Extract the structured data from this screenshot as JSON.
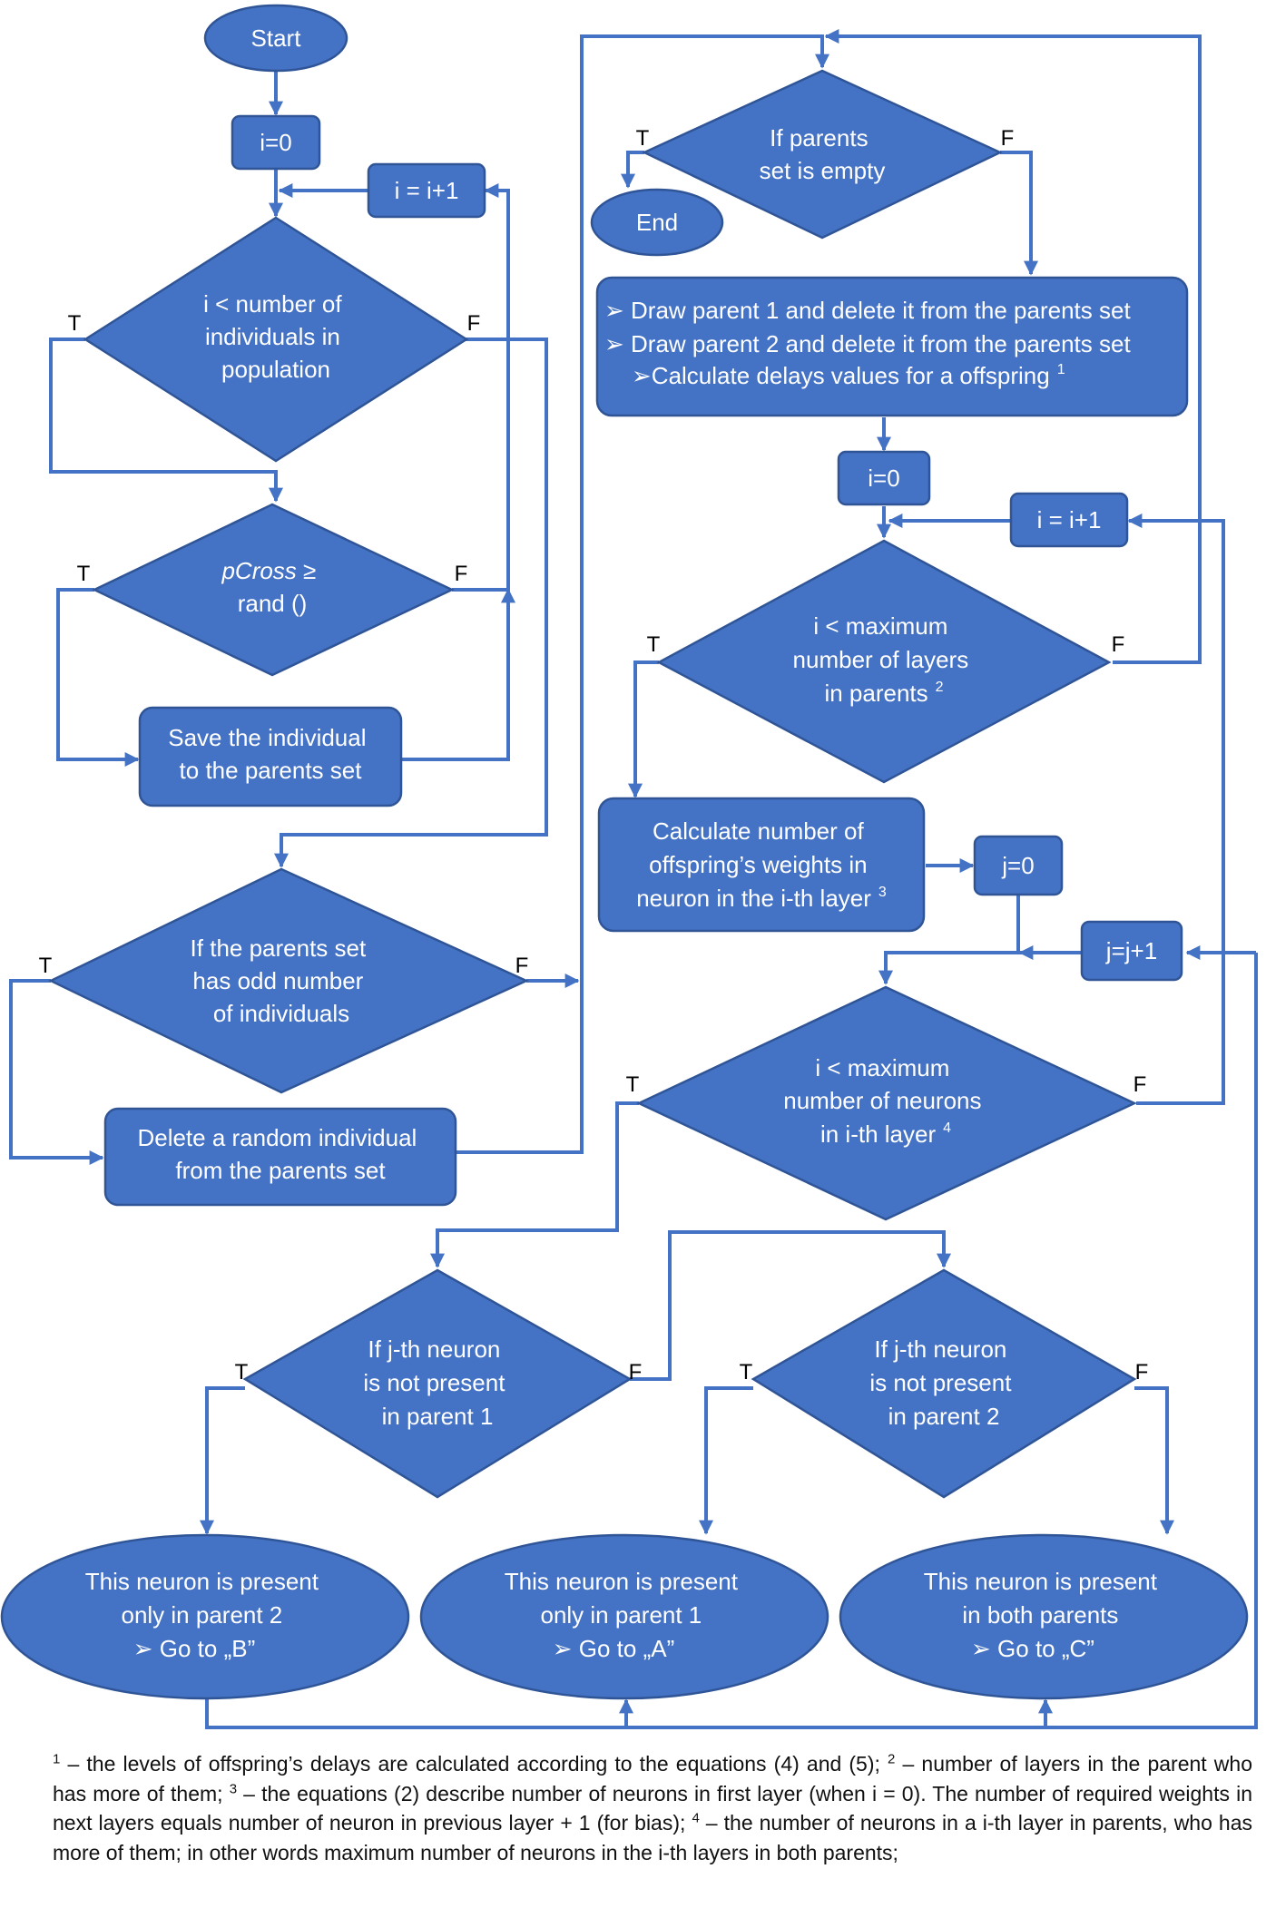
{
  "colors": {
    "shape_fill": "#4472C4",
    "shape_border": "#2F5597",
    "connector": "#4472C4",
    "text": "#ffffff"
  },
  "nodes": {
    "start": "Start",
    "init_i": "i=0",
    "inc_i": "i = i+1",
    "loop_individuals": [
      "i < number of",
      "individuals in",
      "population"
    ],
    "pcross": {
      "var": "pCross",
      "op": " ≥",
      "line2": "rand ()"
    },
    "save_individual": [
      "Save the individual",
      "to the parents set"
    ],
    "odd_check": [
      "If the parents set",
      "has odd number",
      "of individuals"
    ],
    "delete_random": [
      "Delete a random individual",
      "from the parents set"
    ],
    "parents_empty": [
      "If parents",
      "set is empty"
    ],
    "end": "End",
    "draw_block": {
      "bullet": "➢",
      "lines": [
        "Draw parent 1 and delete it from the parents set",
        "Draw parent 2 and delete it from the parents set",
        "Calculate delays values for a offspring"
      ],
      "sup": "1"
    },
    "init_i2": "i=0",
    "inc_i2": "i = i+1",
    "layers_loop": {
      "lines": [
        "i < maximum",
        "number of layers",
        "in parents"
      ],
      "sup": "2"
    },
    "calc_weights": {
      "lines": [
        "Calculate number of",
        "offspring’s weights in",
        "neuron in the i-th layer"
      ],
      "sup": "3"
    },
    "init_j": "j=0",
    "inc_j": "j=j+1",
    "neurons_loop": {
      "lines": [
        "i < maximum",
        "number of neurons",
        "in i-th layer"
      ],
      "sup": "4"
    },
    "not_in_parent1": [
      "If j-th neuron",
      "is not present",
      "in parent 1"
    ],
    "not_in_parent2": [
      "If j-th neuron",
      "is not present",
      "in parent 2"
    ],
    "result_b": {
      "lines": [
        "This neuron is present",
        "only in parent 2"
      ],
      "goto": "Go to „B”"
    },
    "result_a": {
      "lines": [
        "This neuron is present",
        "only in parent 1"
      ],
      "goto": "Go to „A”"
    },
    "result_c": {
      "lines": [
        "This neuron is present",
        "in both parents"
      ],
      "goto": "Go to „C”"
    },
    "goto_bullet": "➢"
  },
  "edge_labels": {
    "true": "T",
    "false": "F"
  },
  "footnote": [
    {
      "sup": "1",
      "text": " – the levels of offspring’s delays are calculated according to the equations (4) and (5); "
    },
    {
      "sup": "2",
      "text": " – number of layers in the parent who has more of them; "
    },
    {
      "sup": "3",
      "text": " – the equations (2) describe number of neurons in first layer (when i = 0). The number of required weights in next layers equals number of neuron in previous layer + 1 (for bias); "
    },
    {
      "sup": "4",
      "text": " – the number of neurons in a i-th layer in parents, who has more of them; in other words maximum number of neurons in the i-th layers in both parents;"
    }
  ]
}
